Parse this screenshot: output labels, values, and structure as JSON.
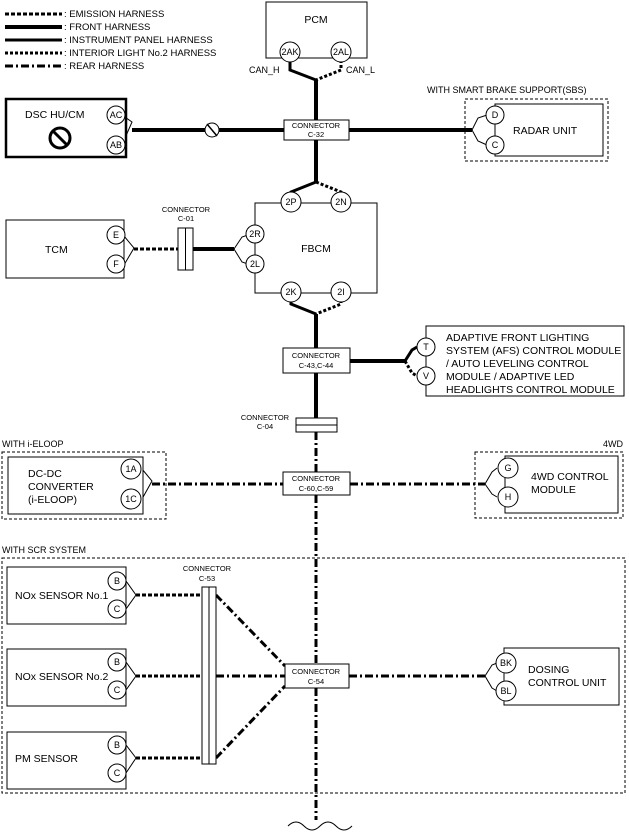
{
  "legend": [
    {
      "key": "emission",
      "label": ": EMISSION HARNESS"
    },
    {
      "key": "front",
      "label": ": FRONT HARNESS"
    },
    {
      "key": "ip",
      "label": ": INSTRUMENT PANEL HARNESS"
    },
    {
      "key": "interior",
      "label": ": INTERIOR LIGHT No.2 HARNESS"
    },
    {
      "key": "rear",
      "label": ": REAR HARNESS"
    }
  ],
  "pcm": {
    "label": "PCM",
    "pin_h": "2AK",
    "pin_l": "2AL",
    "can_h": "CAN_H",
    "can_l": "CAN_L"
  },
  "dsc": {
    "label": "DSC HU/CM",
    "pin1": "AC",
    "pin2": "AB"
  },
  "sbs": {
    "group": "WITH SMART BRAKE SUPPORT(SBS)",
    "label": "RADAR UNIT",
    "pin1": "D",
    "pin2": "C"
  },
  "c32": {
    "title": "CONNECTOR",
    "code": "C-32"
  },
  "fbcm": {
    "label": "FBCM",
    "pin_2p": "2P",
    "pin_2n": "2N",
    "pin_2r": "2R",
    "pin_2l": "2L",
    "pin_2k": "2K",
    "pin_2i": "2I"
  },
  "tcm": {
    "label": "TCM",
    "pin1": "E",
    "pin2": "F"
  },
  "c01": {
    "title": "CONNECTOR",
    "code": "C-01"
  },
  "afs": {
    "lines": [
      "ADAPTIVE FRONT LIGHTING",
      "SYSTEM (AFS) CONTROL MODULE",
      "/ AUTO LEVELING CONTROL",
      "MODULE / ADAPTIVE LED",
      "HEADLIGHTS CONTROL MODULE"
    ],
    "pin1": "T",
    "pin2": "V"
  },
  "c43": {
    "title": "CONNECTOR",
    "code": "C-43,C-44"
  },
  "c04": {
    "title": "CONNECTOR",
    "code": "C-04"
  },
  "ieloop": {
    "group": "WITH i-ELOOP",
    "lines": [
      "DC-DC",
      "CONVERTER",
      "(i-ELOOP)"
    ],
    "pin1": "1A",
    "pin2": "1C"
  },
  "c60": {
    "title": "CONNECTOR",
    "code": "C-60,C-59"
  },
  "awd": {
    "group": "4WD",
    "lines": [
      "4WD CONTROL",
      "MODULE"
    ],
    "pin1": "G",
    "pin2": "H"
  },
  "scr": {
    "group": "WITH SCR SYSTEM"
  },
  "c53": {
    "title": "CONNECTOR",
    "code": "C-53"
  },
  "nox1": {
    "label": "NOx SENSOR No.1",
    "pin1": "B",
    "pin2": "C"
  },
  "nox2": {
    "label": "NOx SENSOR No.2",
    "pin1": "B",
    "pin2": "C"
  },
  "pm": {
    "label": "PM SENSOR",
    "pin1": "B",
    "pin2": "C"
  },
  "c54": {
    "title": "CONNECTOR",
    "code": "C-54"
  },
  "dosing": {
    "lines": [
      "DOSING",
      "CONTROL UNIT"
    ],
    "pin1": "BK",
    "pin2": "BL"
  }
}
